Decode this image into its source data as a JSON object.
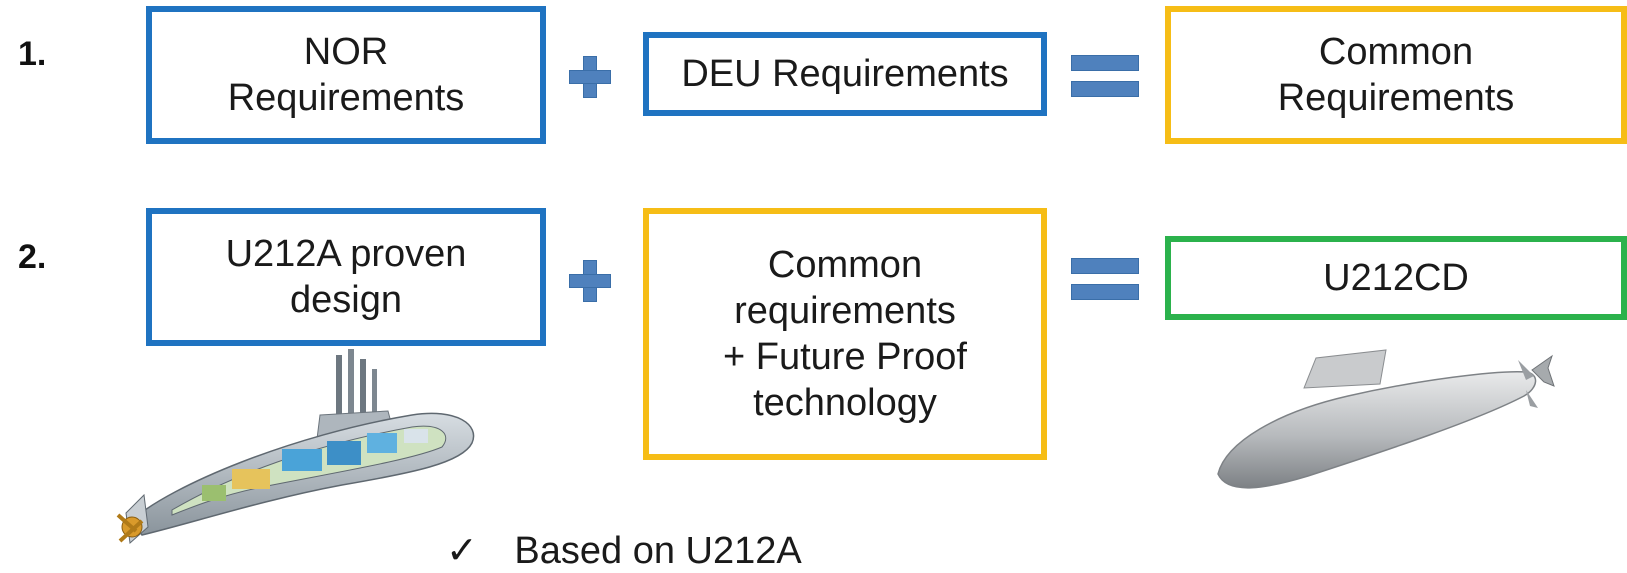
{
  "rows": [
    {
      "number": "1.",
      "left": "NOR\nRequirements",
      "middle": "DEU Requirements",
      "result": "Common\nRequirements"
    },
    {
      "number": "2.",
      "left": "U212A proven\ndesign",
      "middle": "Common\nrequirements\n+ Future Proof\ntechnology",
      "result": "U212CD"
    }
  ],
  "bottom_note": {
    "check": "✓",
    "text": "Based on U212A"
  },
  "colors": {
    "blue": "#1f73c1",
    "yellow": "#f6bd16",
    "green": "#2bb24c",
    "operator": "#4f81bd"
  },
  "icons": [
    "plus-icon",
    "equals-icon",
    "submarine-cutaway-illustration",
    "submarine-render-illustration"
  ]
}
